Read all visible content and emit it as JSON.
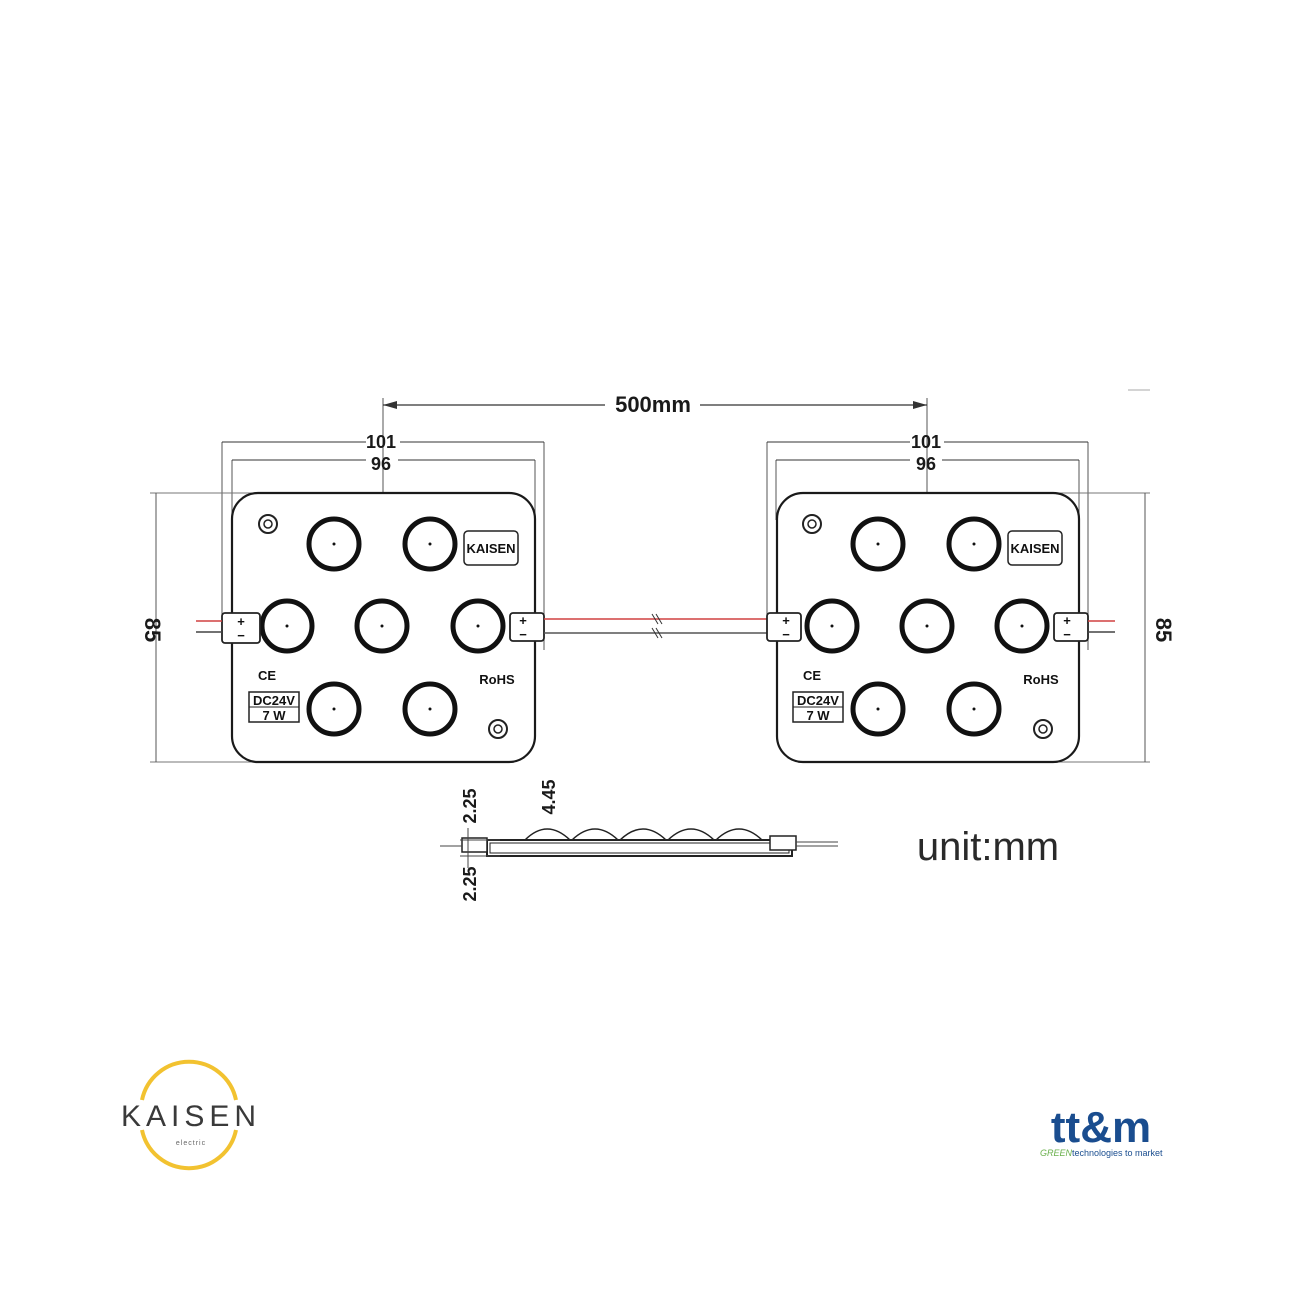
{
  "dimensions": {
    "spacing": "500mm",
    "outer_width": "101",
    "inner_width": "96",
    "height": "85",
    "side_thickness_top": "2.25",
    "side_thickness_bottom": "2.25",
    "lens_height": "4.45"
  },
  "module_labels": {
    "brand": "KAISEN",
    "ce_mark": "CE",
    "rohs": "RoHS",
    "voltage": "DC24V",
    "power": "7 W",
    "plus": "+",
    "minus": "−"
  },
  "unit_note": "unit:mm",
  "logos": {
    "kaisen": {
      "name": "KAISEN",
      "sub": "electric",
      "ring_color": "#f2c230"
    },
    "ttm": {
      "name": "tt&m",
      "tag_green": "GREEN",
      "tag_rest": "technologies to market",
      "color": "#1a4d8f",
      "green": "#6ab04c"
    }
  },
  "colors": {
    "line": "#1a1a1a",
    "wire_red": "#d04040",
    "dim_line": "#555555"
  }
}
